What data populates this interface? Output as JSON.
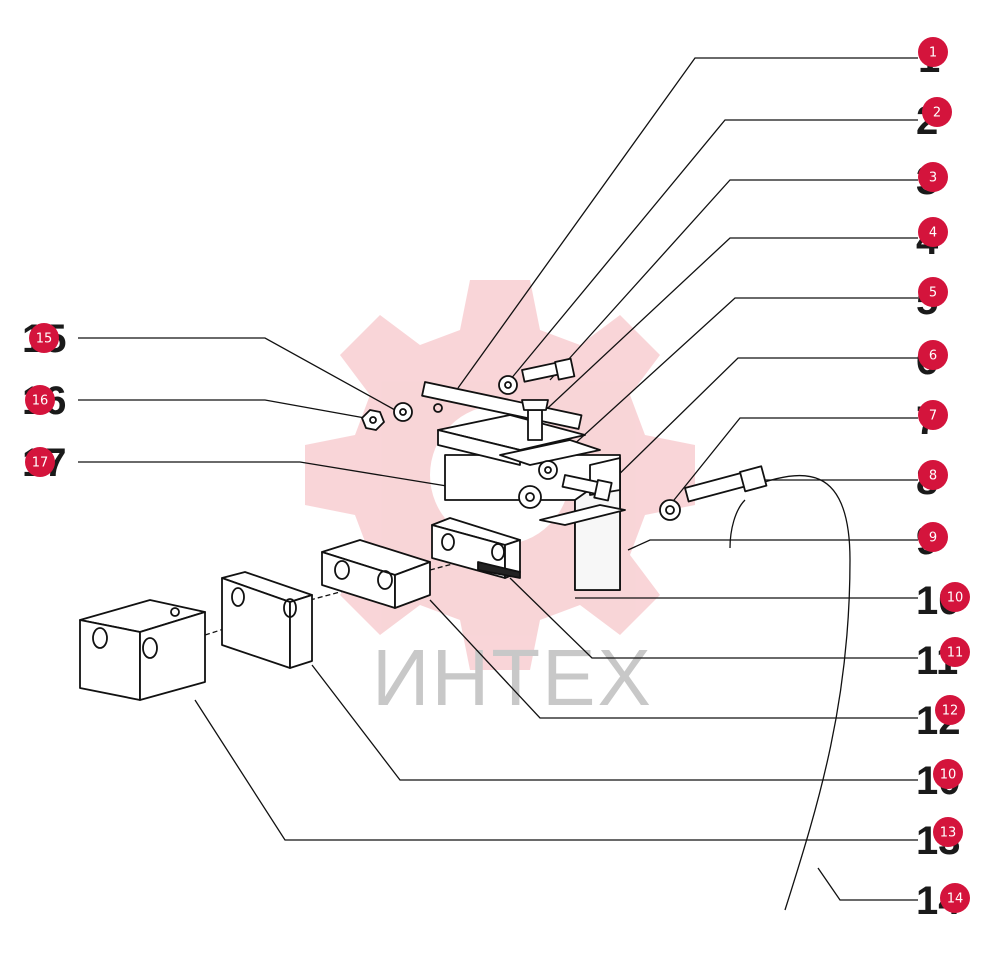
{
  "watermark": {
    "text": "ИНТЕХ",
    "color": "#f4b3b8"
  },
  "callout_color": "#d4143c",
  "callouts": [
    {
      "label": "1"
    },
    {
      "label": "2"
    },
    {
      "label": "3"
    },
    {
      "label": "4"
    },
    {
      "label": "5"
    },
    {
      "label": "6"
    },
    {
      "label": "7"
    },
    {
      "label": "8"
    },
    {
      "label": "9"
    },
    {
      "label": "10"
    },
    {
      "label": "11"
    },
    {
      "label": "12"
    },
    {
      "label": "10"
    },
    {
      "label": "13"
    },
    {
      "label": "14"
    },
    {
      "label": "15"
    },
    {
      "label": "16"
    },
    {
      "label": "17"
    }
  ]
}
